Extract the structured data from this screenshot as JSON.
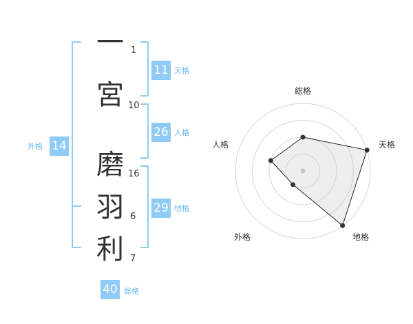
{
  "name_chars": [
    {
      "char": "一",
      "strokes": "1"
    },
    {
      "char": "宮",
      "strokes": "10"
    },
    {
      "char": "磨",
      "strokes": "16"
    },
    {
      "char": "羽",
      "strokes": "6"
    },
    {
      "char": "利",
      "strokes": "7"
    }
  ],
  "fortunes": {
    "tenkaku": {
      "value": "11",
      "label": "天格"
    },
    "jinkaku": {
      "value": "26",
      "label": "人格"
    },
    "chikaku": {
      "value": "29",
      "label": "地格"
    },
    "gaikaku": {
      "value": "14",
      "label": "外格"
    },
    "soukaku": {
      "value": "40",
      "label": "総格"
    }
  },
  "colors": {
    "accent": "#8ecbf7",
    "text": "#333333",
    "label": "#6bb9ef"
  },
  "chart_data": {
    "type": "radar",
    "categories": [
      "総格",
      "天格",
      "地格",
      "外格",
      "人格"
    ],
    "values": [
      2,
      4,
      4,
      1,
      2
    ],
    "rlim": [
      0,
      4
    ],
    "rings": 4,
    "grid": true
  }
}
